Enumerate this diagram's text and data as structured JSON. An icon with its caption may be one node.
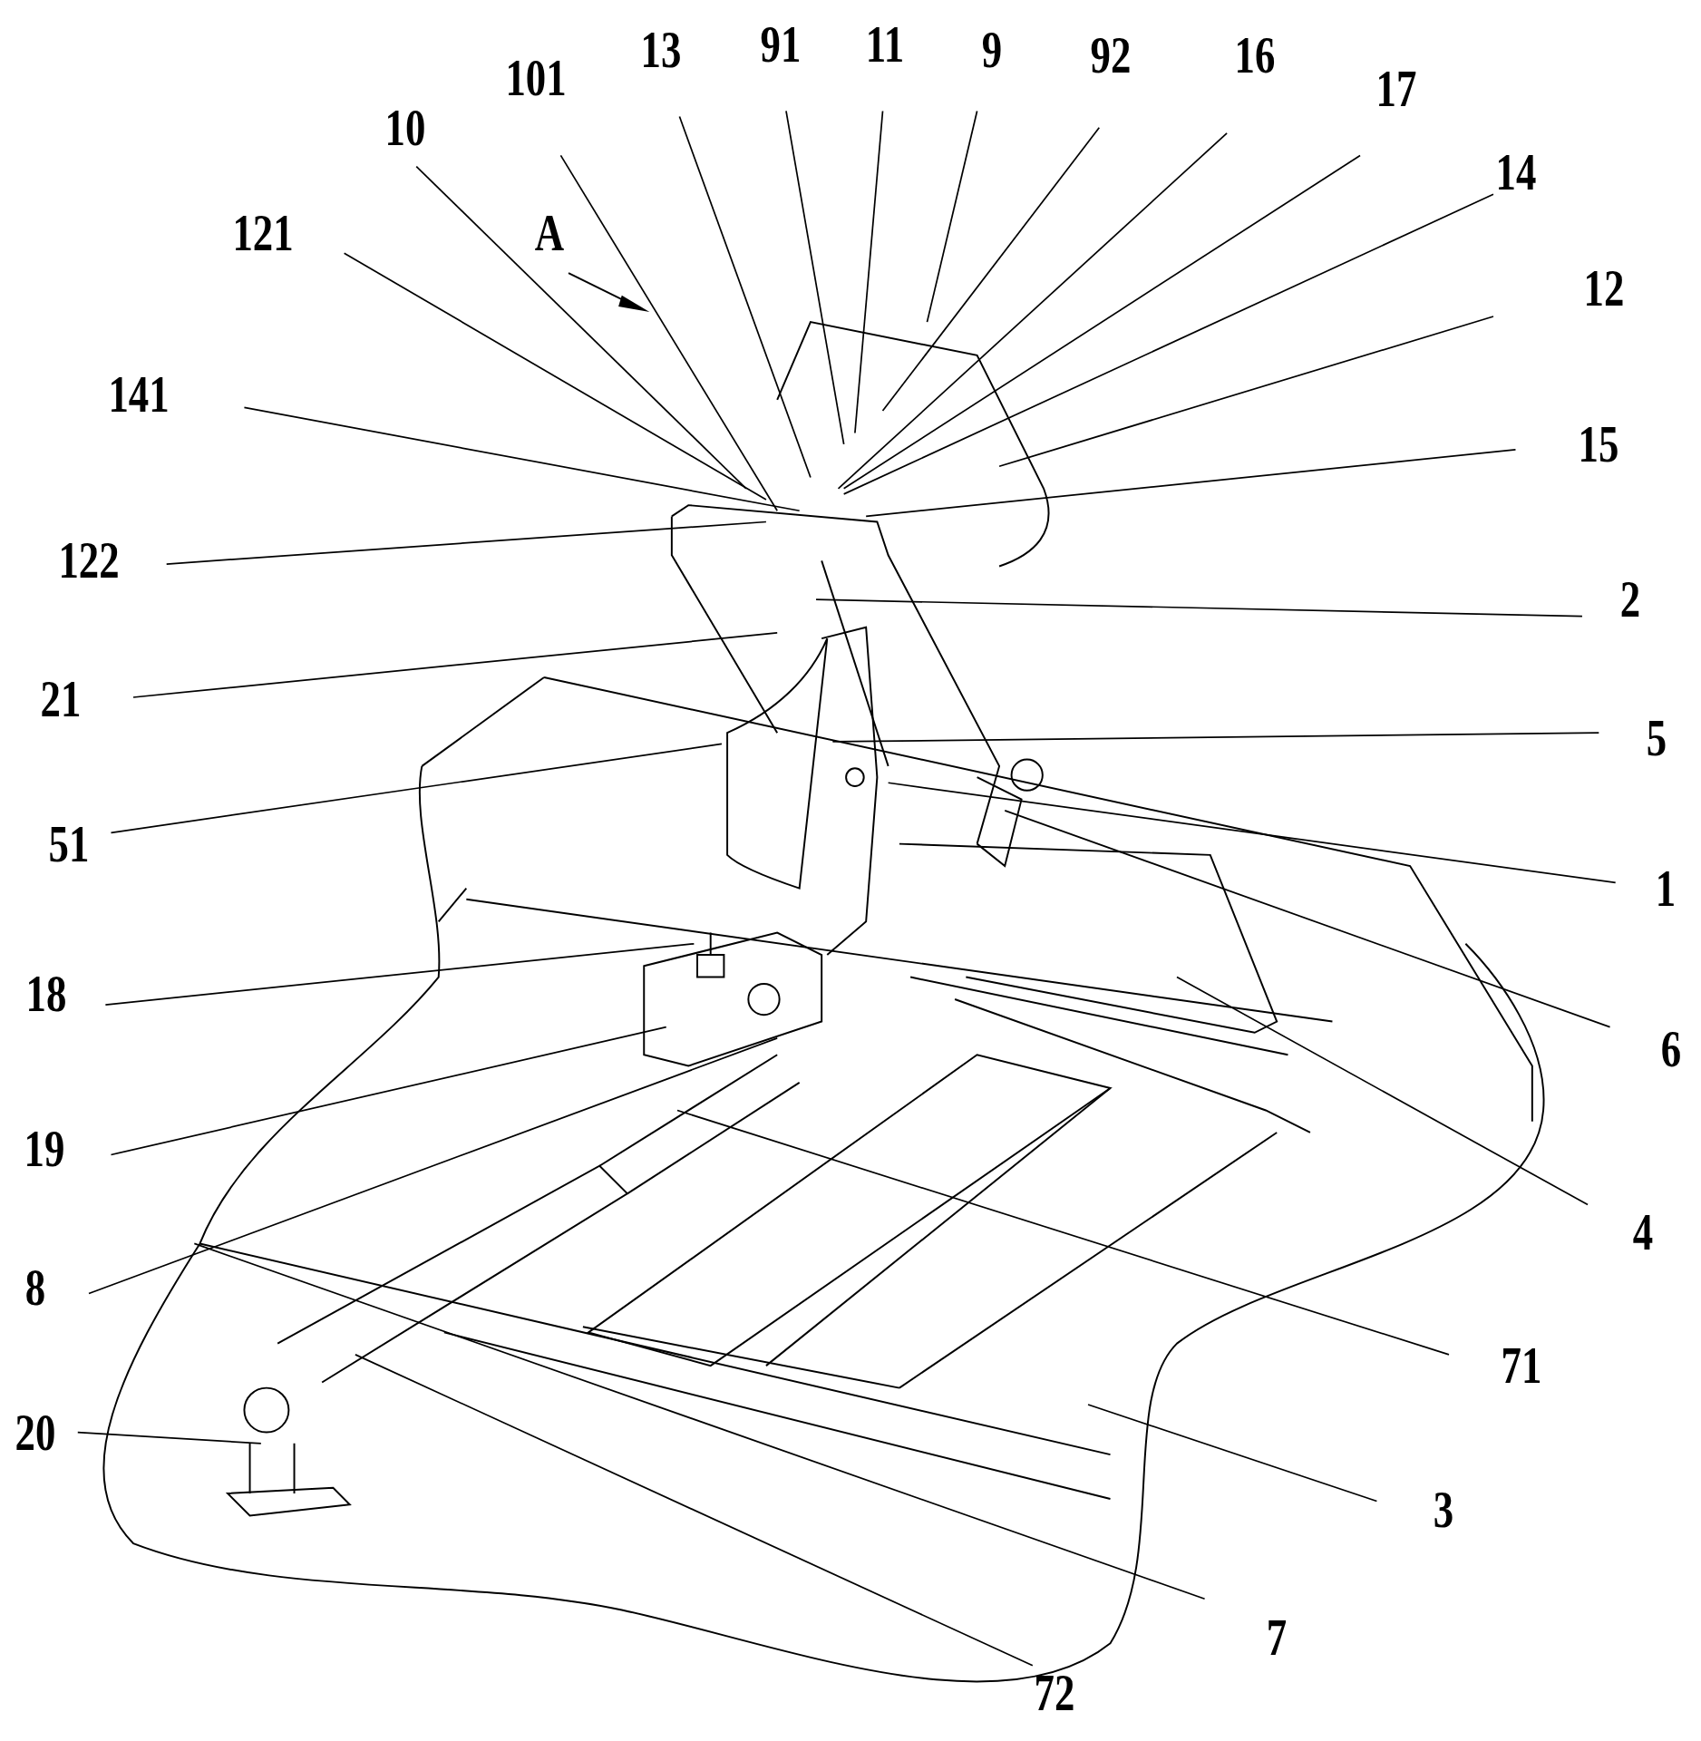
{
  "diagram": {
    "nodes": [
      {
        "text": [
          "13"
        ]
      },
      {
        "text": [
          "91"
        ]
      },
      {
        "text": [
          "11"
        ]
      },
      {
        "text": [
          "9"
        ]
      },
      {
        "text": [
          "92"
        ]
      },
      {
        "text": [
          "16"
        ]
      },
      {
        "text": [
          "101"
        ]
      },
      {
        "text": [
          "17"
        ]
      },
      {
        "text": [
          "10"
        ]
      },
      {
        "text": [
          "14"
        ]
      },
      {
        "text": [
          "121"
        ]
      },
      {
        "text": [
          "12"
        ]
      },
      {
        "text": [
          "141"
        ]
      },
      {
        "text": [
          "15"
        ]
      },
      {
        "text": [
          "122"
        ]
      },
      {
        "text": [
          "2"
        ]
      },
      {
        "text": [
          "21"
        ]
      },
      {
        "text": [
          "5"
        ]
      },
      {
        "text": [
          "51"
        ]
      },
      {
        "text": [
          "1"
        ]
      },
      {
        "text": [
          "18"
        ]
      },
      {
        "text": [
          "6"
        ]
      },
      {
        "text": [
          "19"
        ]
      },
      {
        "text": [
          "4"
        ]
      },
      {
        "text": [
          "8"
        ]
      },
      {
        "text": [
          "71"
        ]
      },
      {
        "text": [
          "20"
        ]
      },
      {
        "text": [
          "3"
        ]
      },
      {
        "text": [
          "7"
        ]
      },
      {
        "text": [
          "72"
        ]
      }
    ],
    "edges": [
      {
        "from": 0,
        "to": null,
        "arrow": "none"
      },
      {
        "from": 1,
        "to": null,
        "arrow": "none"
      },
      {
        "from": 2,
        "to": null,
        "arrow": "none"
      },
      {
        "from": 3,
        "to": null,
        "arrow": "none"
      },
      {
        "from": 4,
        "to": null,
        "arrow": "none"
      },
      {
        "from": 5,
        "to": null,
        "arrow": "none"
      },
      {
        "from": 6,
        "to": null,
        "arrow": "none"
      },
      {
        "from": 7,
        "to": null,
        "arrow": "none"
      },
      {
        "from": 8,
        "to": null,
        "arrow": "none"
      },
      {
        "from": 9,
        "to": null,
        "arrow": "none"
      },
      {
        "from": 10,
        "to": null,
        "arrow": "none"
      },
      {
        "from": 11,
        "to": null,
        "arrow": "none"
      },
      {
        "from": 12,
        "to": null,
        "arrow": "none"
      },
      {
        "from": 13,
        "to": null,
        "arrow": "none"
      },
      {
        "from": 14,
        "to": null,
        "arrow": "none"
      },
      {
        "from": 15,
        "to": null,
        "arrow": "none"
      },
      {
        "from": 16,
        "to": null,
        "arrow": "none"
      },
      {
        "from": 17,
        "to": null,
        "arrow": "none"
      },
      {
        "from": 18,
        "to": null,
        "arrow": "none"
      },
      {
        "from": 19,
        "to": null,
        "arrow": "none"
      },
      {
        "from": 20,
        "to": null,
        "arrow": "none"
      },
      {
        "from": 21,
        "to": null,
        "arrow": "none"
      },
      {
        "from": 22,
        "to": null,
        "arrow": "none"
      },
      {
        "from": 23,
        "to": null,
        "arrow": "none"
      },
      {
        "from": 24,
        "to": null,
        "arrow": "none"
      },
      {
        "from": 25,
        "to": null,
        "arrow": "none"
      },
      {
        "from": 26,
        "to": null,
        "arrow": "none"
      },
      {
        "from": 27,
        "to": null,
        "arrow": "none"
      },
      {
        "from": 28,
        "to": null,
        "arrow": "none"
      },
      {
        "from": 29,
        "to": null,
        "arrow": "none"
      }
    ],
    "labels": [
      "A"
    ]
  }
}
